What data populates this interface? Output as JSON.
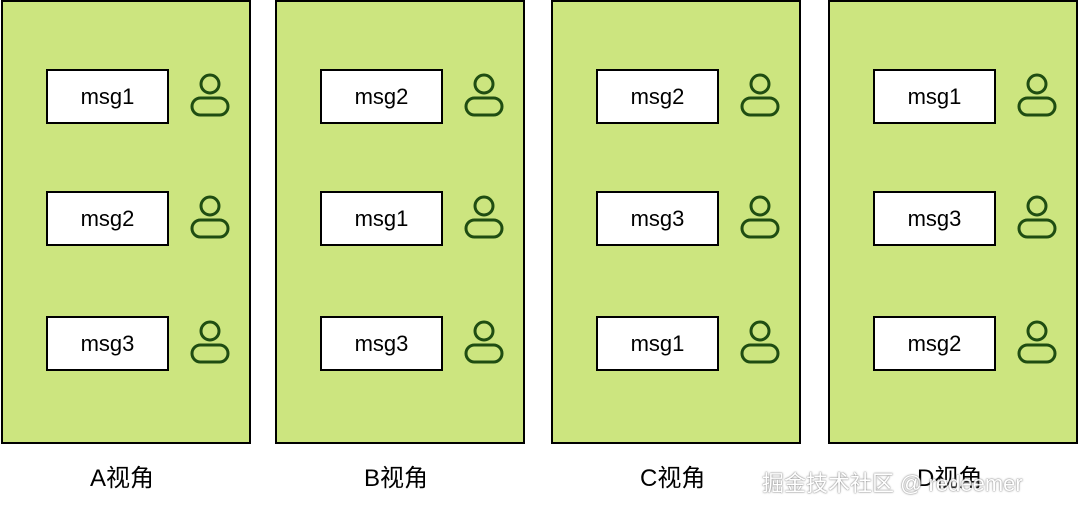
{
  "panels": [
    {
      "caption": "A视角",
      "messages": [
        "msg1",
        "msg2",
        "msg3"
      ]
    },
    {
      "caption": "B视角",
      "messages": [
        "msg2",
        "msg1",
        "msg3"
      ]
    },
    {
      "caption": "C视角",
      "messages": [
        "msg2",
        "msg3",
        "msg1"
      ]
    },
    {
      "caption": "D视角",
      "messages": [
        "msg1",
        "msg3",
        "msg2"
      ]
    }
  ],
  "icons": {
    "user": "user-icon"
  },
  "colors": {
    "panel_fill": "#cce57f",
    "icon_stroke": "#1f4d12",
    "border": "#000000"
  },
  "watermark": "掘金技术社区 @ redeemer"
}
